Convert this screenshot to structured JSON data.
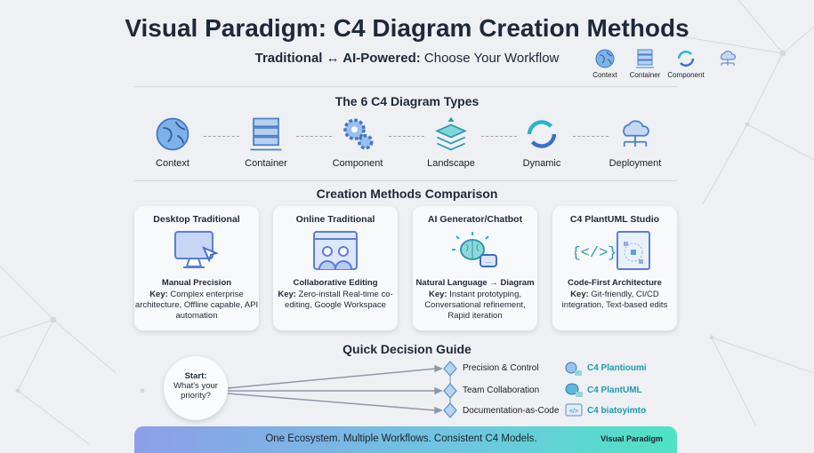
{
  "header": {
    "title": "Visual Paradigm: C4 Diagram Creation Methods",
    "subtitle_a": "Traditional ↔ AI-Powered:",
    "subtitle_b": " Choose Your Workflow"
  },
  "legend": [
    {
      "label": "Context",
      "icon": "globe-icon"
    },
    {
      "label": "Container",
      "icon": "server-icon"
    },
    {
      "label": "Component",
      "icon": "refresh-icon"
    },
    {
      "label": "",
      "icon": "cloud-network-icon"
    }
  ],
  "types": {
    "heading": "The 6 C4 Diagram Types",
    "items": [
      {
        "label": "Context",
        "icon": "globe-icon"
      },
      {
        "label": "Container",
        "icon": "server-icon"
      },
      {
        "label": "Component",
        "icon": "gears-icon"
      },
      {
        "label": "Landscape",
        "icon": "layers-icon"
      },
      {
        "label": "Dynamic",
        "icon": "refresh-icon"
      },
      {
        "label": "Deployment",
        "icon": "cloud-network-icon"
      }
    ]
  },
  "methods": {
    "heading": "Creation Methods Comparison",
    "key_label": "Key:",
    "cards": [
      {
        "title": "Desktop Traditional",
        "subtitle": "Manual Precision",
        "key": " Complex enterprise architecture, Offline capable, API automation",
        "icon": "monitor-cursor-icon"
      },
      {
        "title": "Online Traditional",
        "subtitle": "Collaborative Editing",
        "key": " Zero-install Real-time co-editing, Google Workspace",
        "icon": "collaboration-icon"
      },
      {
        "title": "AI Generator/Chatbot",
        "subtitle": "Natural Language → Diagram",
        "key": " Instant prototyping, Conversational refinement, Rapid iteration",
        "icon": "ai-brain-chat-icon"
      },
      {
        "title": "C4 PlantUML Studio",
        "subtitle": "Code-First Architecture",
        "key": " Git-friendly, CI/CD integration, Text-based edits",
        "icon": "code-diagram-icon"
      }
    ]
  },
  "guide": {
    "heading": "Quick Decision Guide",
    "start_a": "Start:",
    "start_b": "What's your priority?",
    "options": [
      {
        "label": "Precision & Control",
        "tool": "C4 Plantioumi"
      },
      {
        "label": "Team Collaboration",
        "tool": "C4 PlantUML"
      },
      {
        "label": "Documentation-as-Code",
        "tool": "C4 biatoyimto"
      }
    ]
  },
  "footer": {
    "tagline": "One Ecosystem. Multiple Workflows. Consistent C4 Models.",
    "brand": "Visual Paradigm"
  },
  "colors": {
    "accent": "#4a8fd8",
    "teal": "#2bb3c8",
    "bg": "#eef0f4"
  }
}
